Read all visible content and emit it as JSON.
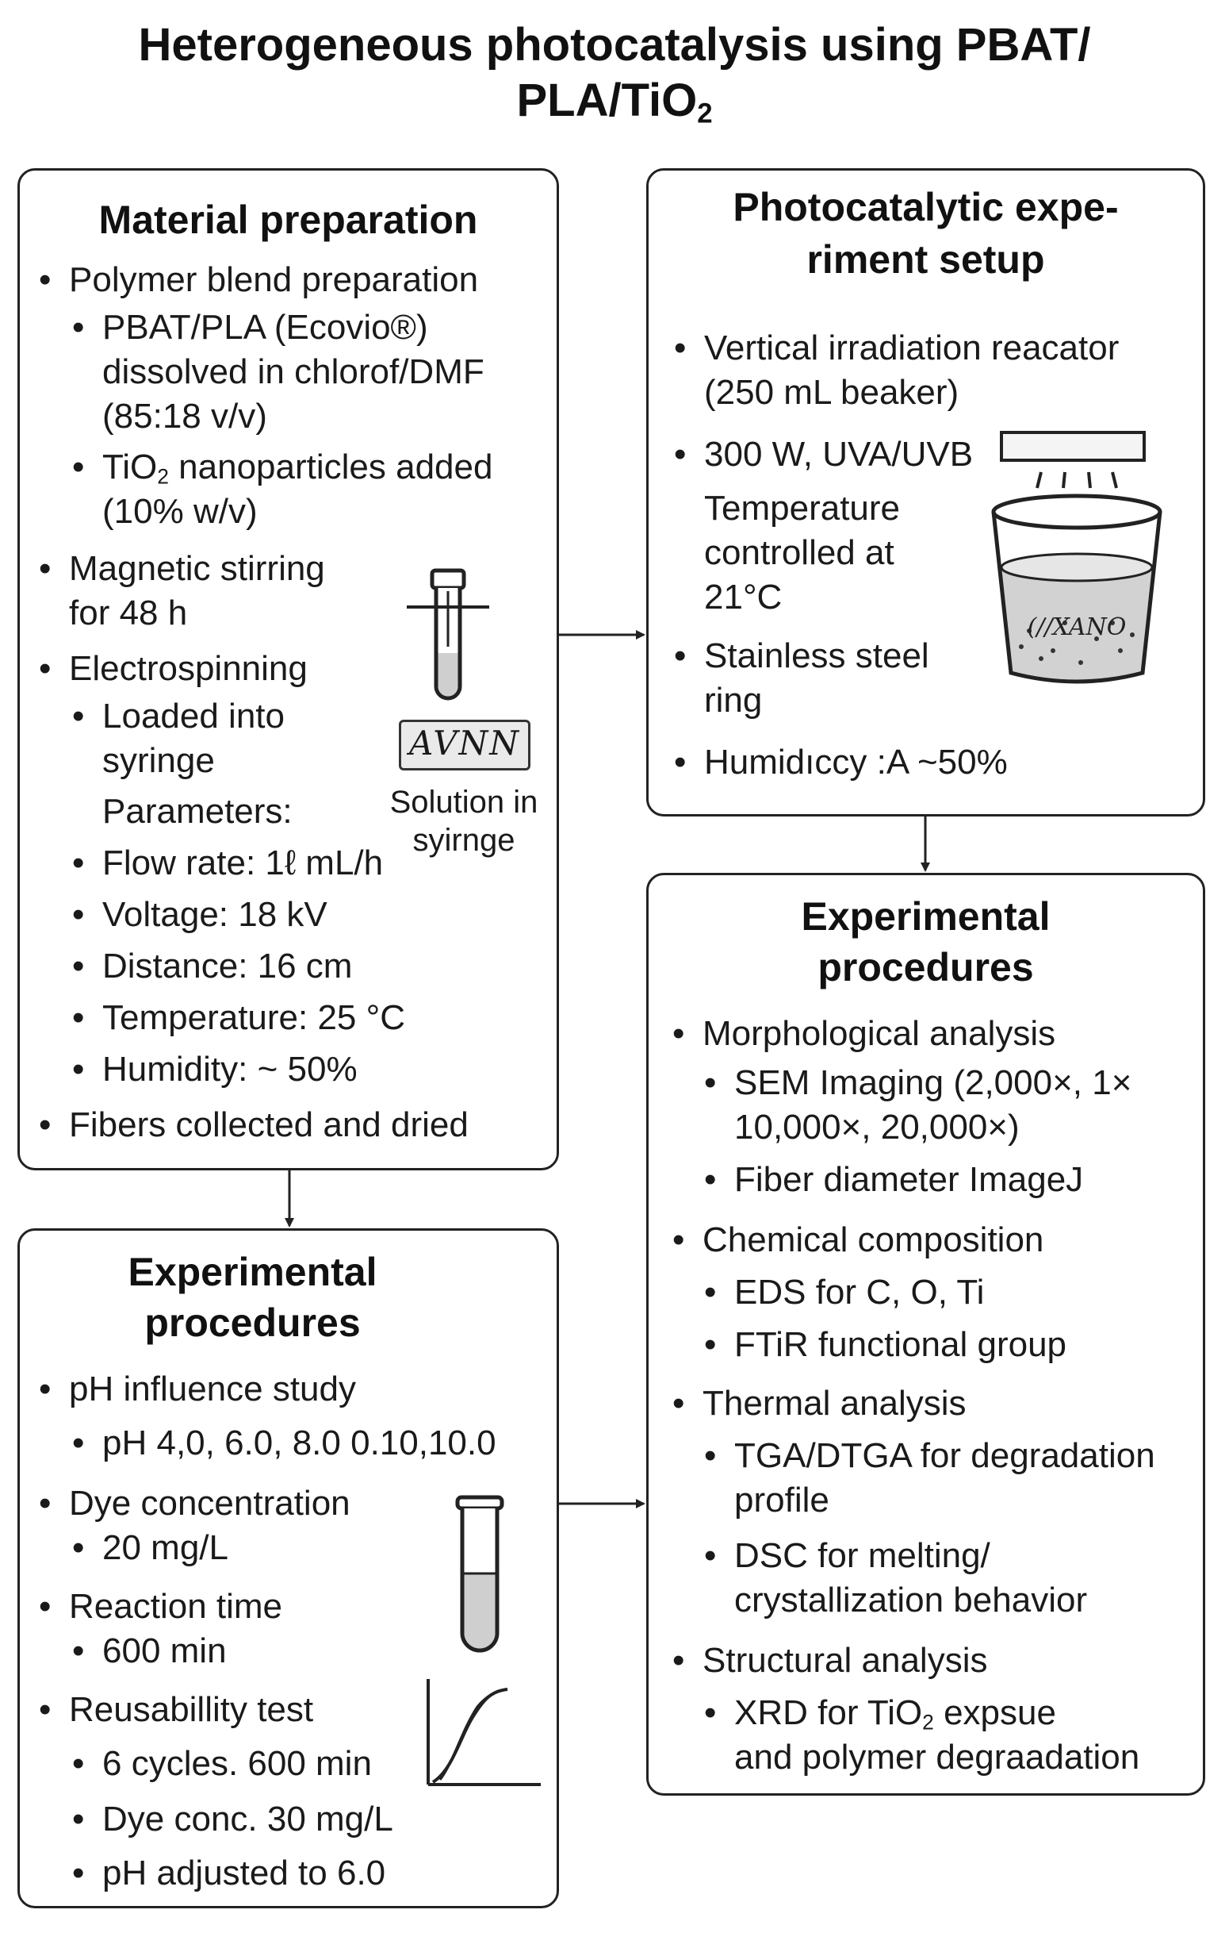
{
  "title": {
    "line1": "Heterogeneous photocatalysis using PBAT/",
    "line2_pre": "PLA/TiO",
    "line2_sub": "2"
  },
  "material": {
    "title": "Material preparation",
    "i1": "Polymer blend preparation",
    "i2a": "PBAT/PLA (Ecovio®)",
    "i2b": "dissolved in chlorof/DMF",
    "i2c": "(85:18 v/v)",
    "i3a_pre": "TiO",
    "i3a_sub": "2",
    "i3a_post": " nanoparticles added",
    "i3b": "(10% w/v)",
    "i4a": "Magnetic stirring",
    "i4b": "for 48 h",
    "i5": "Electrospinning",
    "i6a": "Loaded into",
    "i6b": "syringe",
    "i7": "Parameters:",
    "i8": "Flow rate: 1ℓ mL/h",
    "i9": "Voltage: 18 kV",
    "i10": "Distance: 16 cm",
    "i11": "Temperature: 25 °C",
    "i12": "Humidity: ~ 50%",
    "i13": "Fibers collected and dried",
    "fiber_text": "AVNN",
    "syringe_label_a": "Solution in",
    "syringe_label_b": "syirnge"
  },
  "setup": {
    "title_a": "Photocatalytic expe-",
    "title_b": "riment setup",
    "s1a": "Vertical irradiation reacator",
    "s1b": "(250 mL beaker)",
    "s2": "300 W, UVA/UVB",
    "s3a": "Temperature",
    "s3b": "controlled at",
    "s3c": "21°C",
    "s4a": "Stainless steel",
    "s4b": "ring",
    "s5": "Humidıccy :A ~50%",
    "beaker_text": "(//XANO"
  },
  "proc_right": {
    "title_a": "Experimental",
    "title_b": "procedures",
    "r1": "Morphological analysis",
    "r2a": "SEM Imaging (2,000×, 1×",
    "r2b": "10,000×, 20,000×)",
    "r3": "Fiber diameter ImageJ",
    "r4": "Chemical composition",
    "r5": "EDS for C, O, Ti",
    "r6": "FTiR functional group",
    "r7": "Thermal analysis",
    "r8a": "TGA/DTGA for degradation",
    "r8b": "profile",
    "r9a": "DSC for melting/",
    "r9b": "crystallization behavior",
    "r10": "Structural analysis",
    "r11a_pre": "XRD for TiO",
    "r11a_sub": "2",
    "r11a_post": " expsue",
    "r11b": "and polymer degraadation"
  },
  "proc_left": {
    "title_a": "Experimental",
    "title_b": "procedures",
    "p1": "pH influence study",
    "p2": "pH 4,0, 6.0, 8.0  0.10,10.0",
    "p3": "Dye concentration",
    "p4": "20 mg/L",
    "p5": "Reaction time",
    "p6": "600 min",
    "p7": "Reusabillity test",
    "p8": "6 cycles. 600 min",
    "p9": "Dye conc. 30 mg/L",
    "p10": "pH adjusted to 6.0"
  }
}
